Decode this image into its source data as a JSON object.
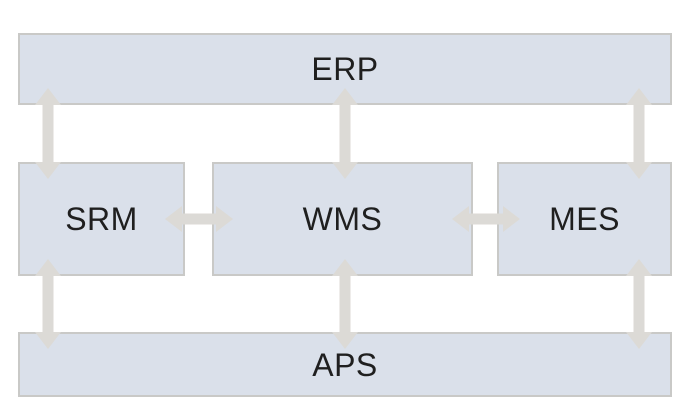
{
  "diagram": {
    "nodes": [
      {
        "id": "erp",
        "label": "ERP"
      },
      {
        "id": "srm",
        "label": "SRM"
      },
      {
        "id": "wms",
        "label": "WMS"
      },
      {
        "id": "mes",
        "label": "MES"
      },
      {
        "id": "aps",
        "label": "APS"
      }
    ],
    "connections": [
      {
        "from": "erp",
        "to": "srm",
        "direction": "bidirectional",
        "orientation": "vertical"
      },
      {
        "from": "erp",
        "to": "wms",
        "direction": "bidirectional",
        "orientation": "vertical"
      },
      {
        "from": "erp",
        "to": "mes",
        "direction": "bidirectional",
        "orientation": "vertical"
      },
      {
        "from": "srm",
        "to": "wms",
        "direction": "bidirectional",
        "orientation": "horizontal"
      },
      {
        "from": "wms",
        "to": "mes",
        "direction": "bidirectional",
        "orientation": "horizontal"
      },
      {
        "from": "srm",
        "to": "aps",
        "direction": "bidirectional",
        "orientation": "vertical"
      },
      {
        "from": "wms",
        "to": "aps",
        "direction": "bidirectional",
        "orientation": "vertical"
      },
      {
        "from": "mes",
        "to": "aps",
        "direction": "bidirectional",
        "orientation": "vertical"
      }
    ],
    "colors": {
      "background": "#ffffff",
      "box_fill": "#dae0ea",
      "box_border": "#c9c9c7",
      "arrow": "#dcdad6",
      "text": "#1f1f1f"
    }
  }
}
